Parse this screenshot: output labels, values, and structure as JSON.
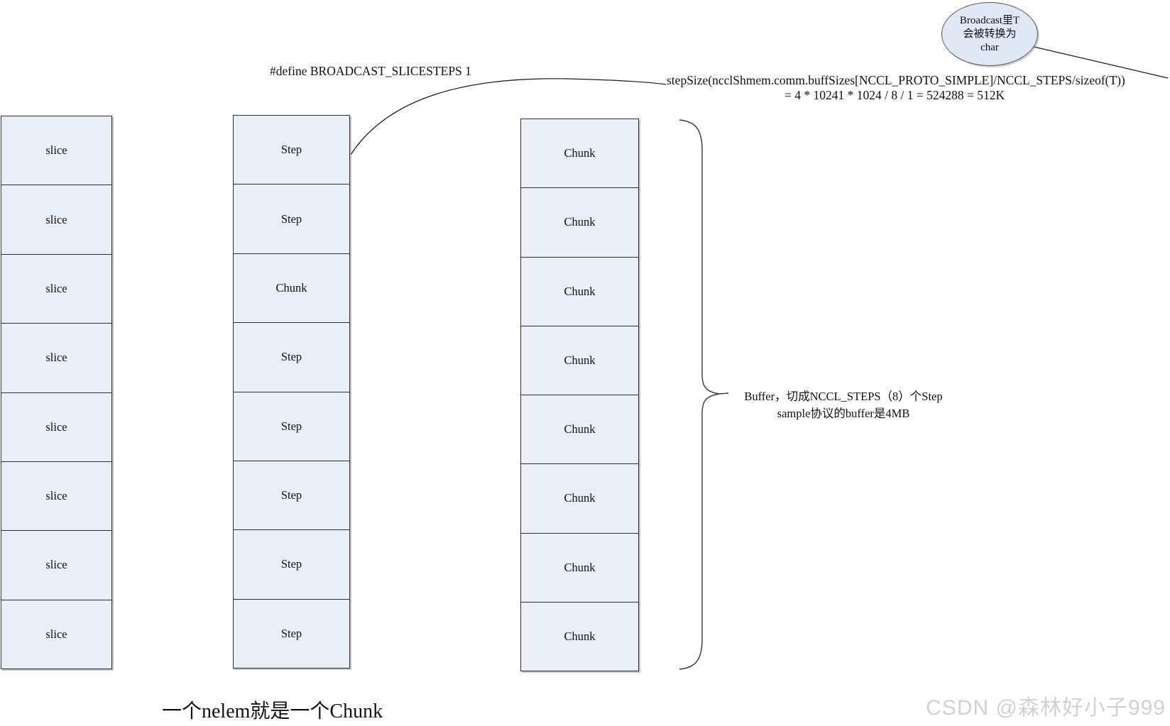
{
  "defines": {
    "broadcast_slicesteps": "#define BROADCAST_SLICESTEPS 1"
  },
  "step_size": {
    "formula": "stepSize(ncclShmem.comm.buffSizes[NCCL_PROTO_SIMPLE]/NCCL_STEPS/sizeof(T))",
    "calculation": "= 4 * 10241 * 1024  /  8 /  1 = 524288 = 512K"
  },
  "ellipse_note": {
    "lines": [
      "Broadcast里T",
      "会被转换为",
      "char"
    ]
  },
  "brace_note": {
    "line1": "Buffer，切成NCCL_STEPS（8）个Step",
    "line2": "sample协议的buffer是4MB"
  },
  "bottom_note": "一个nelem就是一个Chunk",
  "watermark": "CSDN @森林好小子999",
  "columns": {
    "slices": [
      "slice",
      "slice",
      "slice",
      "slice",
      "slice",
      "slice",
      "slice",
      "slice"
    ],
    "steps": [
      "Step",
      "Step",
      "Chunk",
      "Step",
      "Step",
      "Step",
      "Step",
      "Step"
    ],
    "chunks": [
      "Chunk",
      "Chunk",
      "Chunk",
      "Chunk",
      "Chunk",
      "Chunk",
      "Chunk",
      "Chunk"
    ]
  },
  "colors": {
    "box_fill": "#e9eff9",
    "box_border": "#2e2e2e",
    "ellipse_fill": "#dfe8f4",
    "watermark": "#d2d2d2",
    "line": "#1a1a1a"
  }
}
